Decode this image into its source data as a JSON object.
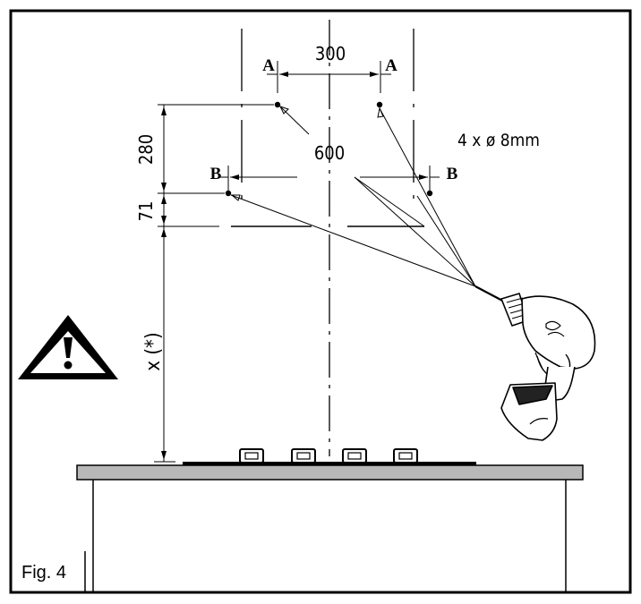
{
  "labels": {
    "dim_300": "300",
    "dim_600": "600",
    "dim_280": "280",
    "dim_71": "71",
    "dim_x": "x (*)",
    "hole_spec": "4 x ø 8mm",
    "point_a_left": "A",
    "point_a_right": "A",
    "point_b_left": "B",
    "point_b_right": "B",
    "figure": "Fig. 4"
  },
  "icons": {
    "warning": "warning-triangle-icon",
    "tool": "cordless-drill"
  }
}
